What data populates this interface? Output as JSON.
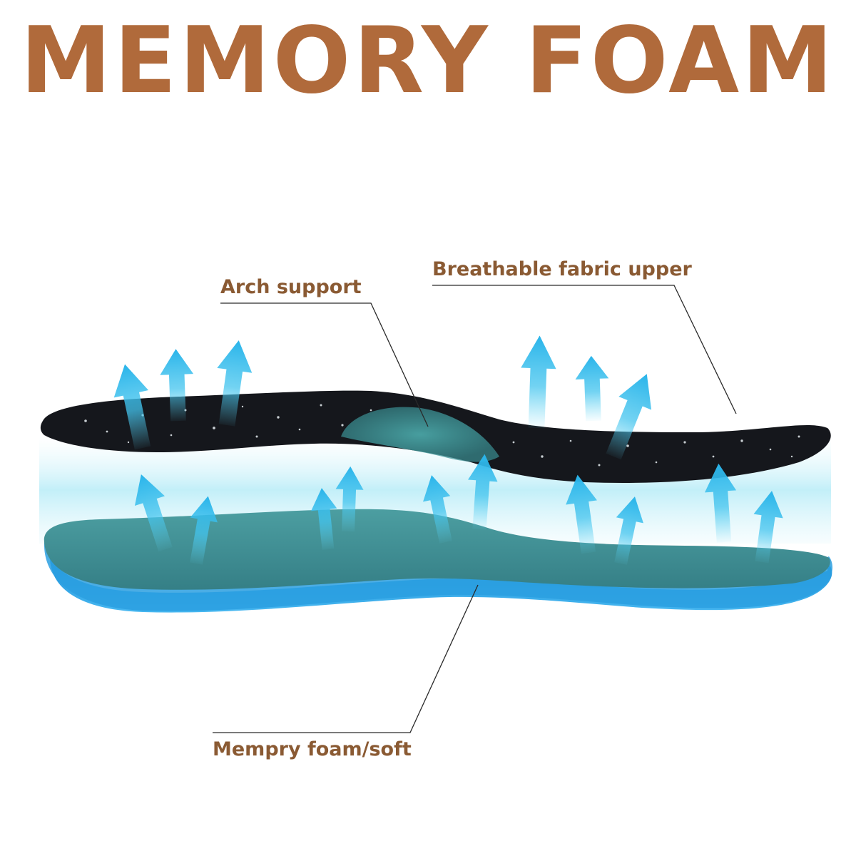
{
  "title": "MEMORY FOAM",
  "callouts": {
    "arch_support": "Arch support",
    "fabric_upper": "Breathable fabric upper",
    "foam": "Mempry foam/soft"
  },
  "colors": {
    "title": "#b06a3b",
    "label": "#8a5a33",
    "fabric_layer": "#15171c",
    "foam_top": "#3f8e92",
    "foam_base": "#2a9fe0",
    "airflow_arrow": "#3ec6ee"
  },
  "icons": {
    "airflow": "arrow-up-icon"
  }
}
